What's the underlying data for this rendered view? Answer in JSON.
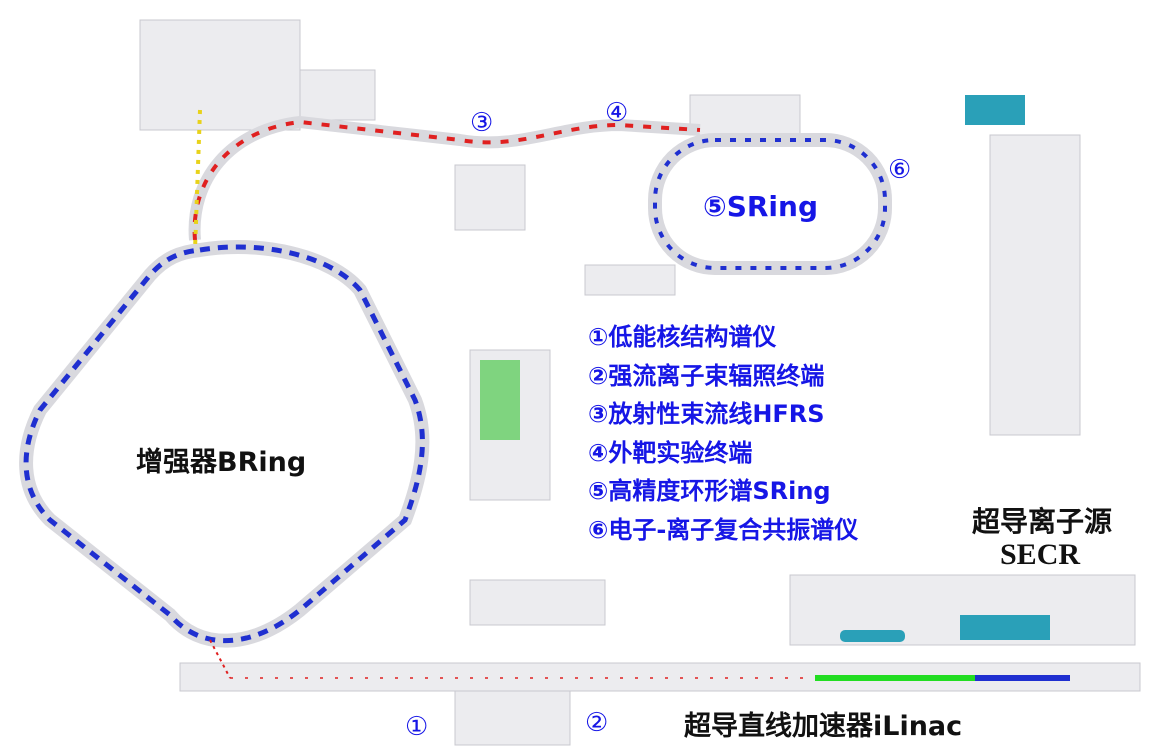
{
  "labels": {
    "bring": "增强器BRing",
    "sring": "⑤SRing",
    "ilinac": "超导直线加速器iLinac",
    "secr_line1": "超导离子源",
    "secr_line2": "SECR",
    "marker1": "①",
    "marker2": "②",
    "marker3": "③",
    "marker4": "④",
    "marker6": "⑥"
  },
  "legend": [
    {
      "num": "①",
      "text": "低能核结构谱仪"
    },
    {
      "num": "②",
      "text": "强流离子束辐照终端"
    },
    {
      "num": "③",
      "text": "放射性束流线HFRS"
    },
    {
      "num": "④",
      "text": "外靶实验终端"
    },
    {
      "num": "⑤",
      "text": "高精度环形谱SRing"
    },
    {
      "num": "⑥",
      "text": "电子-离子复合共振谱仪"
    }
  ],
  "colors": {
    "accent": "#1616e6",
    "wall": "#d9d9de",
    "magnet_blue": "#1f2fd0",
    "magnet_red": "#e02020",
    "magnet_yellow": "#e8d21a",
    "linac_green": "#22dd22"
  }
}
